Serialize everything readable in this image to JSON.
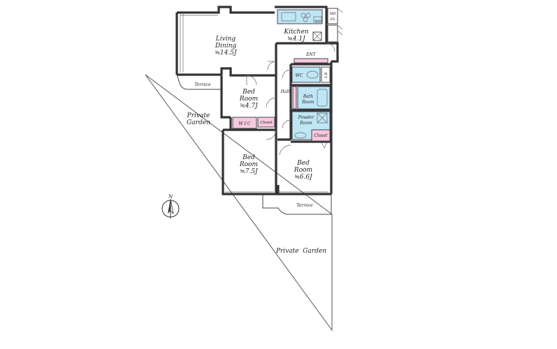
{
  "rooms": {
    "living": {
      "line1": "Living",
      "line2": "Dining",
      "area": "≒14.5J"
    },
    "kitchen": {
      "line1": "Kitchen",
      "area": "≒4.1J"
    },
    "bed1": {
      "line1": "Bed",
      "line2": "Room",
      "area": "≒4.7J"
    },
    "bed2": {
      "line1": "Bed",
      "line2": "Room",
      "area": "≒7.5J"
    },
    "bed3": {
      "line1": "Bed",
      "line2": "Room",
      "area": "≒6.6J"
    }
  },
  "labels": {
    "mb": "MB",
    "ps": "PS",
    "refr": "Refr",
    "ent": "ENT",
    "sb": "S.B",
    "wc": "WC",
    "hall": "Hall",
    "bath1": "Bath",
    "bath2": "Room",
    "powder1": "Powder",
    "powder2": "Room",
    "wic": "W I C",
    "closet_wic": "Closet",
    "closet_powder": "Closet",
    "terrace_top": "Terrace",
    "terrace_bottom": "Terrace",
    "garden_left_1": "Private",
    "garden_left_2": "Garden",
    "garden_bottom": "Private  Garden",
    "north": "N"
  },
  "colors": {
    "fixture_blue": "#bfe6f5",
    "fixture_pink": "#f7c9dc",
    "wall": "#333333"
  }
}
